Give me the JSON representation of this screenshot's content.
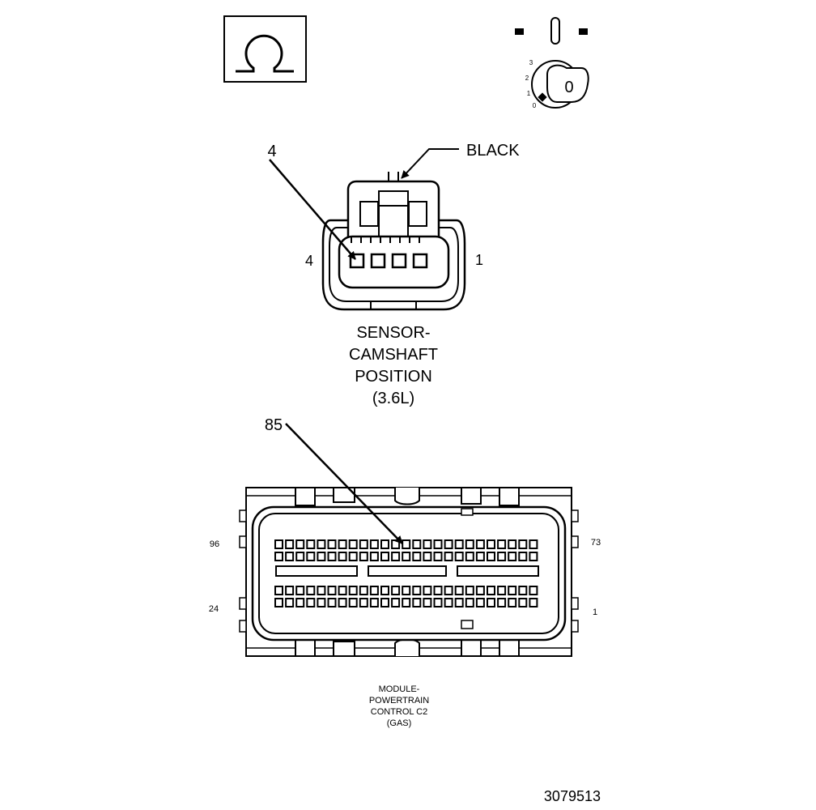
{
  "icons": {
    "ohm_meter": "ohm-meter-icon",
    "ignition_switch": "ignition-off-icon"
  },
  "ignition": {
    "key_label": "0",
    "positions": [
      "3",
      "2",
      "1",
      "0"
    ]
  },
  "sensor_connector": {
    "callout_pin": "4",
    "color_label": "BLACK",
    "left_pin": "4",
    "right_pin": "1",
    "title_lines": [
      "SENSOR-",
      "CAMSHAFT",
      "POSITION",
      "(3.6L)"
    ]
  },
  "pcm_connector": {
    "callout_pin": "85",
    "pin_top_left": "96",
    "pin_top_right": "73",
    "pin_bottom_left": "24",
    "pin_bottom_right": "1",
    "title_lines": [
      "MODULE-",
      "POWERTRAIN",
      "CONTROL C2",
      "(GAS)"
    ]
  },
  "figure_number": "3079513"
}
